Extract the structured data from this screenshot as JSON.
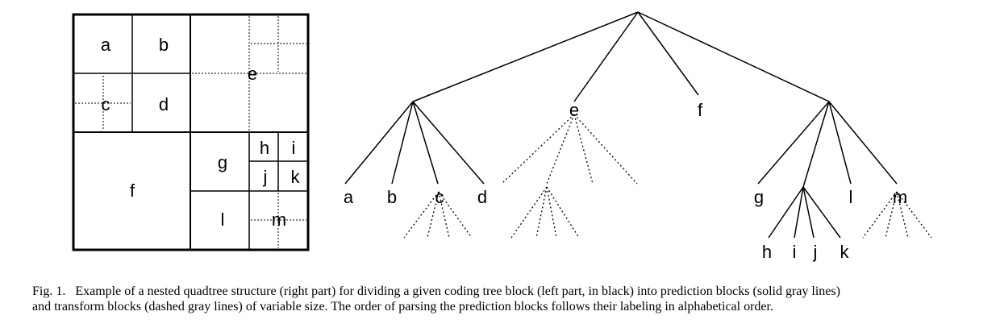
{
  "quadtree": {
    "labels": {
      "a": "a",
      "b": "b",
      "c": "c",
      "d": "d",
      "e": "e",
      "f": "f",
      "g": "g",
      "h": "h",
      "i": "i",
      "j": "j",
      "k": "k",
      "l": "l",
      "m": "m"
    }
  },
  "tree": {
    "labels": {
      "a": "a",
      "b": "b",
      "c": "c",
      "d": "d",
      "e": "e",
      "f": "f",
      "g": "g",
      "h": "h",
      "i": "i",
      "j": "j",
      "k": "k",
      "l": "l",
      "m": "m"
    }
  },
  "caption": {
    "prefix": "Fig. 1.",
    "line1": "Example of a nested quadtree structure (right part) for dividing a given coding tree block (left part, in black) into prediction blocks (solid gray lines)",
    "line2": "and transform blocks (dashed gray lines) of variable size. The order of parsing the prediction blocks follows their labeling in alphabetical order."
  }
}
